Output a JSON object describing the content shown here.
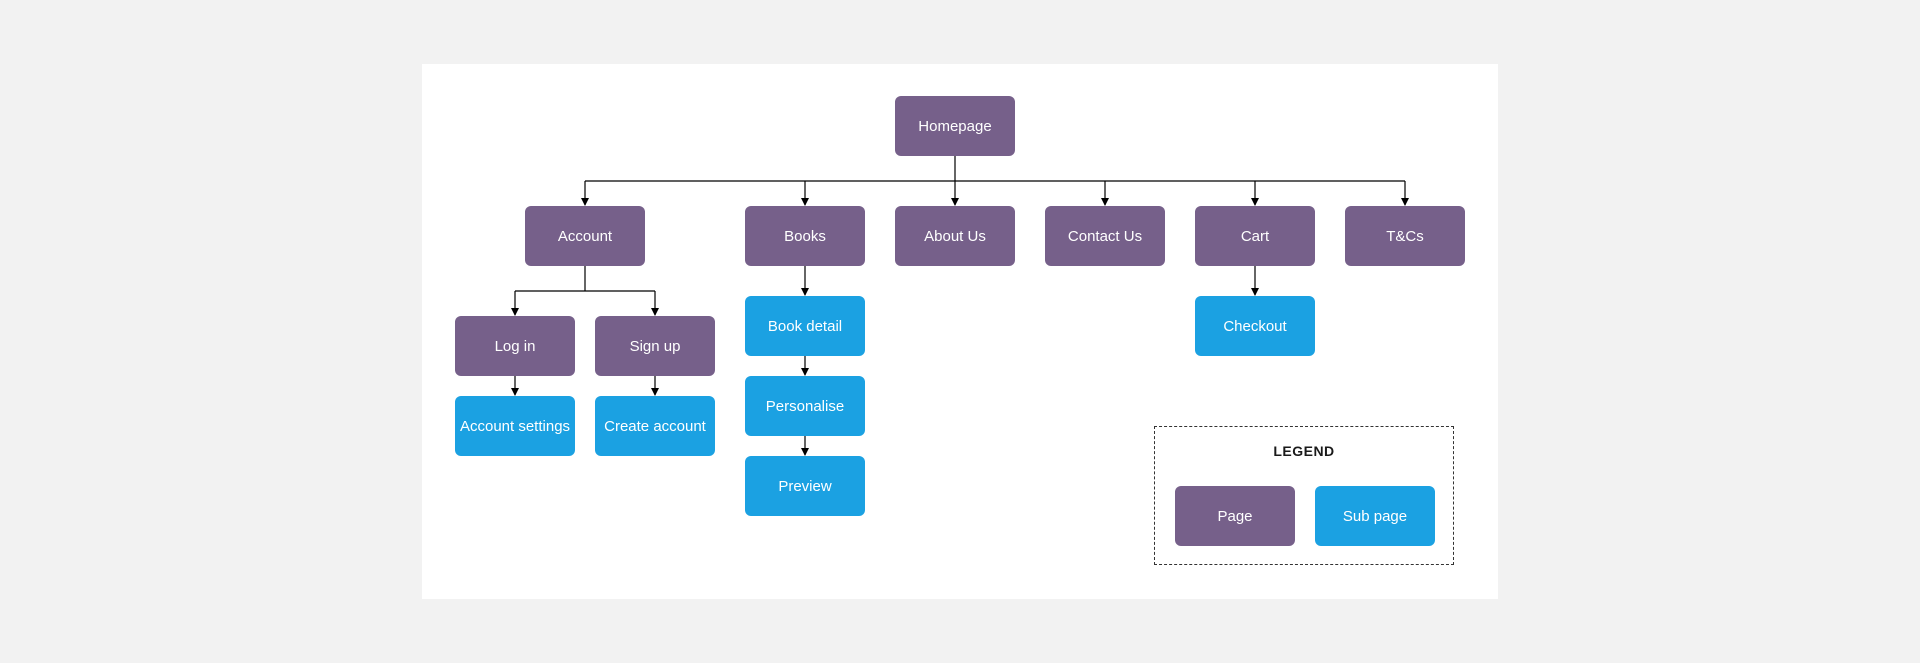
{
  "colors": {
    "page": "#76608a",
    "subpage": "#1ba1e2",
    "connector": "#000000",
    "background": "#f2f2f2",
    "canvas": "#ffffff"
  },
  "nodes": {
    "homepage": "Homepage",
    "account": "Account",
    "books": "Books",
    "about_us": "About Us",
    "contact_us": "Contact Us",
    "cart": "Cart",
    "tcs": "T&Cs",
    "log_in": "Log in",
    "sign_up": "Sign up",
    "account_settings": "Account settings",
    "create_account": "Create account",
    "book_detail": "Book detail",
    "personalise": "Personalise",
    "preview": "Preview",
    "checkout": "Checkout"
  },
  "legend": {
    "title": "LEGEND",
    "page_label": "Page",
    "subpage_label": "Sub page"
  }
}
